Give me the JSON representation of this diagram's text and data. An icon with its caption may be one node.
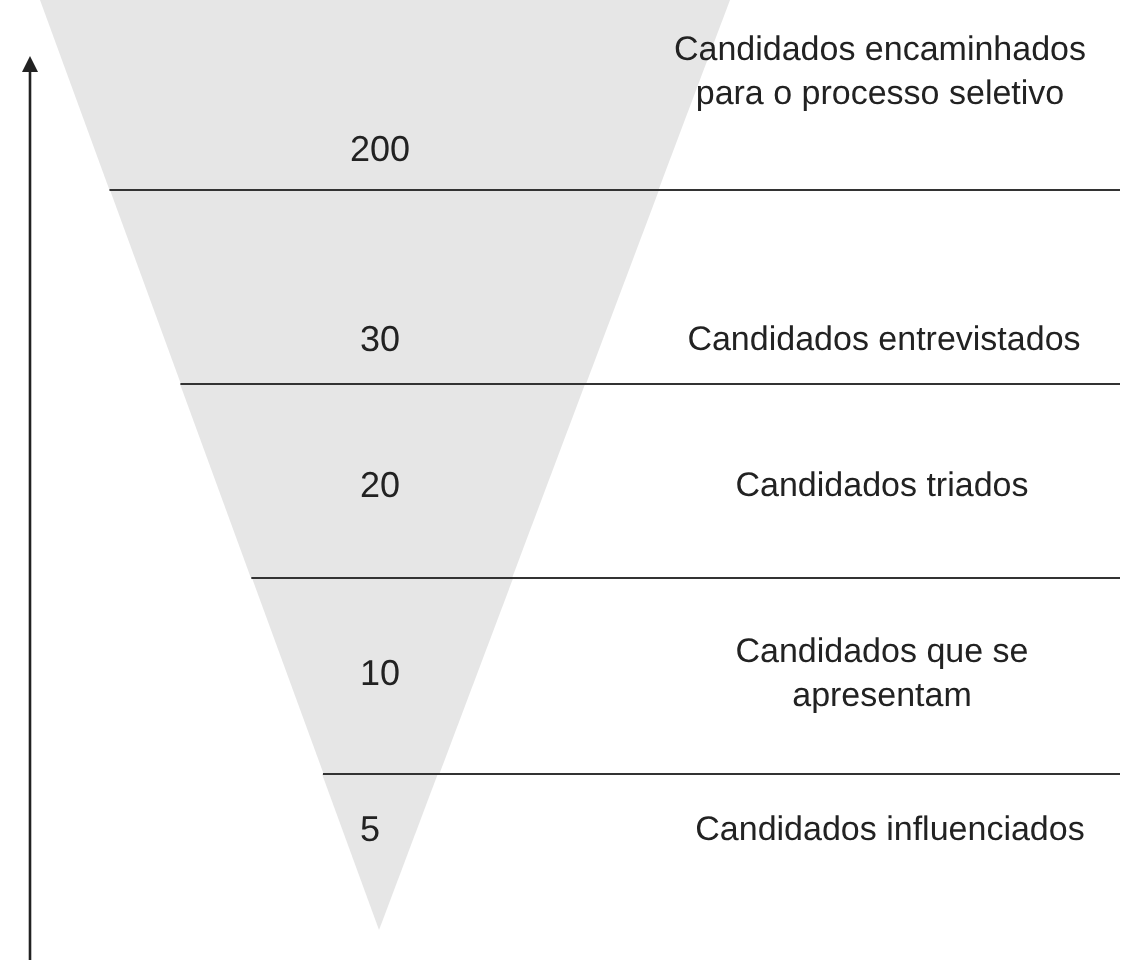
{
  "diagram": {
    "nodes": [
      {
        "text": [
          "200"
        ]
      },
      {
        "text": [
          "30"
        ]
      },
      {
        "text": [
          "20"
        ]
      },
      {
        "text": [
          "10"
        ]
      },
      {
        "text": [
          "5"
        ]
      }
    ],
    "edges": [],
    "labels": [
      "Candidados encaminhados para o processo seletivo",
      "Candidados entrevistados",
      "Candidados triados",
      "Candidados que se apresentam",
      "Candidados influenciados"
    ]
  }
}
